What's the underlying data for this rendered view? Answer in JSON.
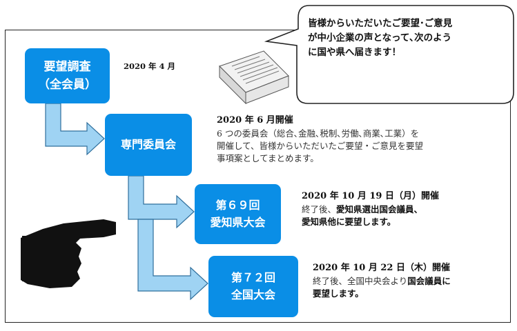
{
  "bubble": {
    "lines": [
      "皆様からいただいたご要望･ご意見",
      "が中小企業の声となって､次のよう",
      "に国や県へ届きます！"
    ]
  },
  "steps": [
    {
      "box_lines": [
        "要望調査",
        "（全会員）"
      ],
      "date": "2020 年 4 月"
    },
    {
      "box_lines": [
        "専門委員会"
      ],
      "heading": "2020 年 6 月開催",
      "body_lines": [
        "6 つの委員会（総合､金融､税制､労働､商業､工業）を",
        "開催して、皆様からいただいたご要望・ご意見を要望",
        "事項案としてまとめます。"
      ]
    },
    {
      "box_lines": [
        "第６９回",
        "愛知県大会"
      ],
      "heading": "2020 年 10 月 19 日（月）開催",
      "body_prefix": "終了後、",
      "body_bold_1": "愛知県選出国会議員、",
      "body_bold_2": "愛知県他に要望します。"
    },
    {
      "box_lines": [
        "第７２回",
        "全国大会"
      ],
      "heading": "2020 年 10 月 22 日（木）開催",
      "body_prefix": "終了後、全国中央会より",
      "body_bold_1": "国会議員に",
      "body_bold_2": "要望します。"
    }
  ],
  "colors": {
    "box_fill": "#0a8ee6",
    "arrow_fill": "#9fd3f3",
    "arrow_stroke": "#2f6f9c"
  },
  "icons": [
    "document-icon",
    "pointing-hand-icon",
    "speech-bubble"
  ]
}
